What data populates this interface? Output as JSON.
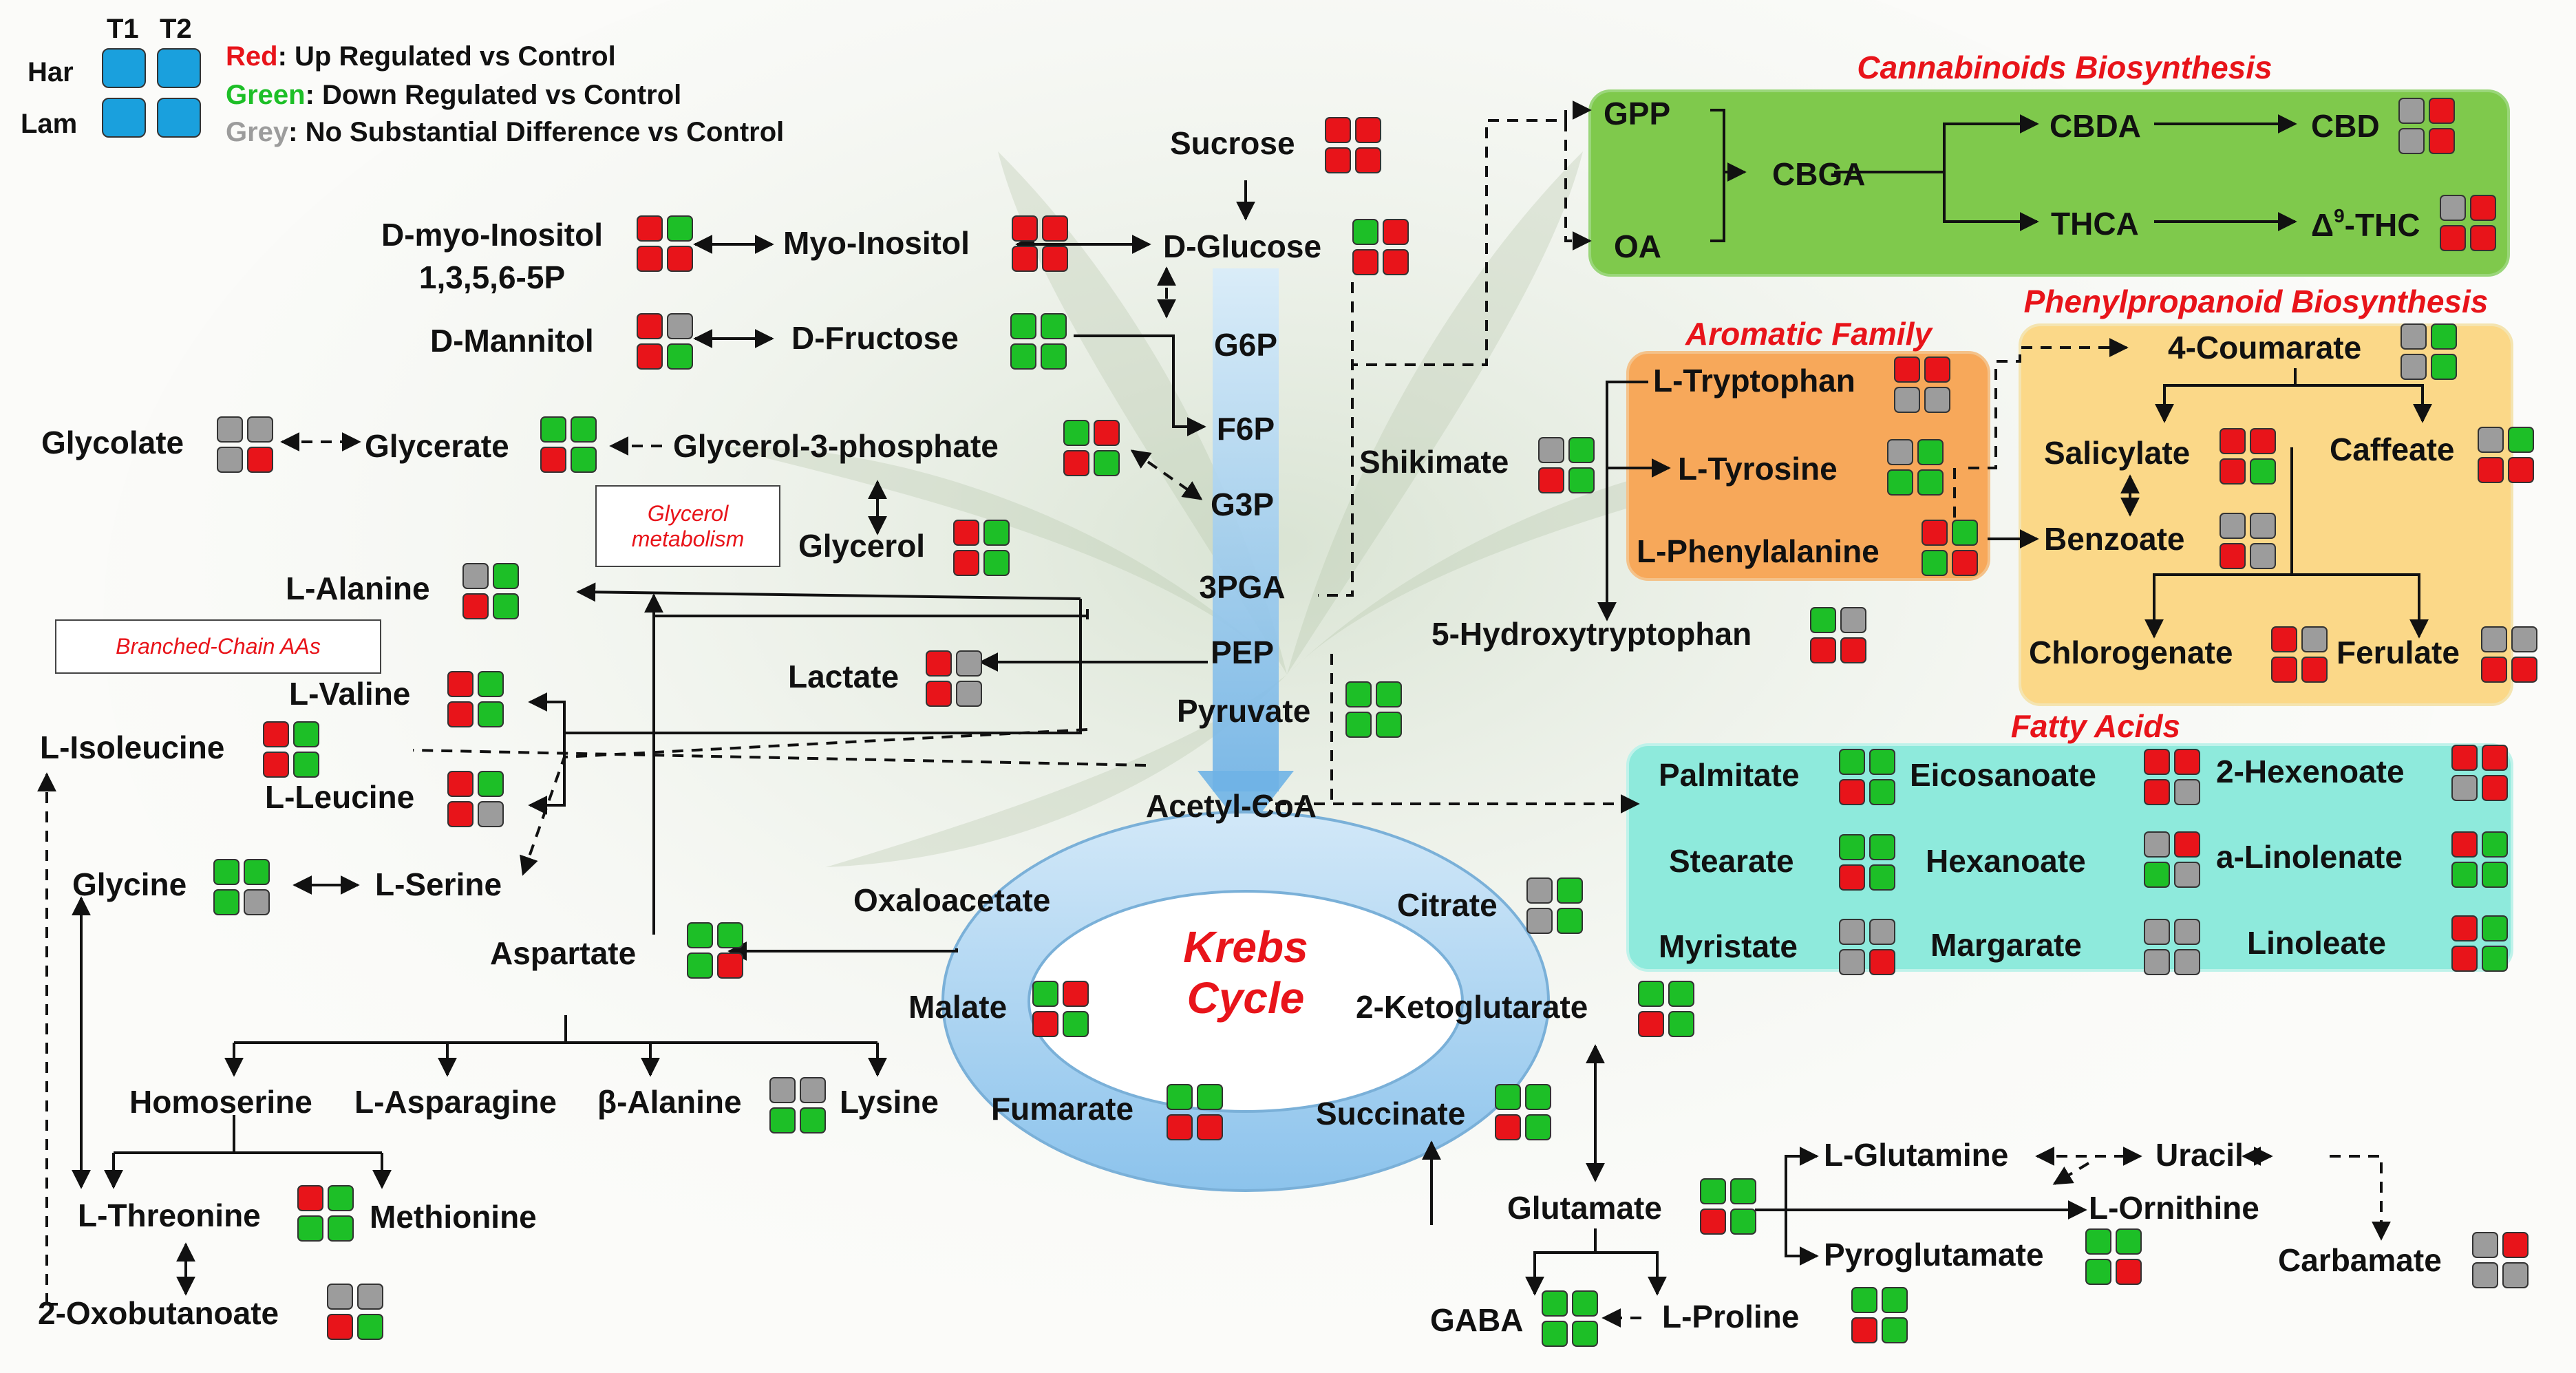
{
  "colors": {
    "up": "#e8141a",
    "down": "#1dbf27",
    "none": "#9c9c9c",
    "legend_blue": "#1aa0dd"
  },
  "legend": {
    "col_t1": "T1",
    "col_t2": "T2",
    "row_har": "Har",
    "row_lam": "Lam",
    "red_word": "Red",
    "red_rest": ": Up Regulated vs Control",
    "green_word": "Green",
    "green_rest": ": Down Regulated vs Control",
    "grey_word": "Grey",
    "grey_rest": ": No Substantial Difference vs Control"
  },
  "panels": {
    "cannabinoids": "Cannabinoids Biosynthesis",
    "aromatic": "Aromatic Family",
    "phenylpropanoid": "Phenylpropanoid Biosynthesis",
    "fatty": "Fatty Acids"
  },
  "notes": {
    "glycerol": "Glycerol metabolism",
    "bcaa": "Branched-Chain AAs"
  },
  "krebs": {
    "line1": "Krebs",
    "line2": "Cycle"
  },
  "thc_prefix": "Δ",
  "thc_sup": "9",
  "thc_suffix": "-THC",
  "metabolites": {
    "sucrose": "Sucrose",
    "dmyo": "D-myo-Inositol",
    "dmyo2": "1,3,5,6-5P",
    "myoinositol": "Myo-Inositol",
    "dglucose": "D-Glucose",
    "dmannitol": "D-Mannitol",
    "dfructose": "D-Fructose",
    "glycolate": "Glycolate",
    "glycerate": "Glycerate",
    "g3p_long": "Glycerol-3-phosphate",
    "glycerol": "Glycerol",
    "g6p": "G6P",
    "f6p": "F6P",
    "g3p": "G3P",
    "pga": "3PGA",
    "pep": "PEP",
    "pyruvate": "Pyruvate",
    "acetylcoa": "Acetyl-CoA",
    "lactate": "Lactate",
    "alanine": "L-Alanine",
    "valine": "L-Valine",
    "isoleucine": "L-Isoleucine",
    "leucine": "L-Leucine",
    "glycine": "Glycine",
    "serine": "L-Serine",
    "oxaloacetate": "Oxaloacetate",
    "aspartate": "Aspartate",
    "homoserine": "Homoserine",
    "asparagine": "L-Asparagine",
    "balanine": "β-Alanine",
    "lysine": "Lysine",
    "threonine": "L-Threonine",
    "methionine": "Methionine",
    "oxobutanoate": "2-Oxobutanoate",
    "citrate": "Citrate",
    "malate": "Malate",
    "ketoglutarate": "2-Ketoglutarate",
    "fumarate": "Fumarate",
    "succinate": "Succinate",
    "glutamate": "Glutamate",
    "gaba": "GABA",
    "proline": "L-Proline",
    "glutamine": "L-Glutamine",
    "uracil": "Uracil",
    "ornithine": "L-Ornithine",
    "pyroglutamate": "Pyroglutamate",
    "carbamate": "Carbamate",
    "shikimate": "Shikimate",
    "tryptophan": "L-Tryptophan",
    "tyrosine": "L-Tyrosine",
    "phenylalanine": "L-Phenylalanine",
    "hydroxytryptophan": "5-Hydroxytryptophan",
    "coumarate": "4-Coumarate",
    "salicylate": "Salicylate",
    "caffeate": "Caffeate",
    "benzoate": "Benzoate",
    "chlorogenate": "Chlorogenate",
    "ferulate": "Ferulate",
    "gpp": "GPP",
    "oa": "OA",
    "cbga": "CBGA",
    "cbda": "CBDA",
    "cbd": "CBD",
    "thca": "THCA",
    "palmitate": "Palmitate",
    "eicosanoate": "Eicosanoate",
    "hexenoate": "2-Hexenoate",
    "stearate": "Stearate",
    "hexanoate": "Hexanoate",
    "linolenate": "a-Linolenate",
    "myristate": "Myristate",
    "margarate": "Margarate",
    "linoleate": "Linoleate"
  },
  "status": {
    "sucrose": [
      "R",
      "R",
      "R",
      "R"
    ],
    "dmyo": [
      "R",
      "G",
      "R",
      "R"
    ],
    "myoinositol": [
      "R",
      "R",
      "R",
      "R"
    ],
    "dglucose": [
      "G",
      "R",
      "R",
      "R"
    ],
    "dmannitol": [
      "R",
      "N",
      "R",
      "G"
    ],
    "dfructose": [
      "G",
      "G",
      "G",
      "G"
    ],
    "glycolate": [
      "N",
      "N",
      "N",
      "R"
    ],
    "glycerate": [
      "G",
      "G",
      "R",
      "G"
    ],
    "g3p_long": [
      "G",
      "R",
      "R",
      "G"
    ],
    "glycerol": [
      "R",
      "G",
      "R",
      "G"
    ],
    "alanine": [
      "N",
      "G",
      "R",
      "G"
    ],
    "valine": [
      "R",
      "G",
      "R",
      "G"
    ],
    "isoleucine": [
      "R",
      "G",
      "R",
      "G"
    ],
    "leucine": [
      "R",
      "G",
      "R",
      "N"
    ],
    "glycine": [
      "G",
      "G",
      "G",
      "N"
    ],
    "lactate": [
      "R",
      "N",
      "R",
      "N"
    ],
    "pyruvate": [
      "G",
      "G",
      "G",
      "G"
    ],
    "aspartate": [
      "G",
      "G",
      "G",
      "R"
    ],
    "balanine": [
      "N",
      "N",
      "G",
      "G"
    ],
    "threonine": [
      "R",
      "G",
      "G",
      "G"
    ],
    "oxobutanoate": [
      "N",
      "N",
      "R",
      "G"
    ],
    "citrate": [
      "N",
      "G",
      "N",
      "G"
    ],
    "malate": [
      "G",
      "R",
      "R",
      "G"
    ],
    "ketoglutarate": [
      "G",
      "G",
      "R",
      "G"
    ],
    "fumarate": [
      "G",
      "G",
      "R",
      "R"
    ],
    "succinate": [
      "G",
      "G",
      "R",
      "G"
    ],
    "glutamate": [
      "G",
      "G",
      "R",
      "G"
    ],
    "gaba": [
      "G",
      "G",
      "G",
      "G"
    ],
    "proline": [
      "G",
      "G",
      "R",
      "G"
    ],
    "pyroglutamate": [
      "G",
      "G",
      "G",
      "R"
    ],
    "carbamate": [
      "N",
      "R",
      "N",
      "N"
    ],
    "shikimate": [
      "N",
      "G",
      "R",
      "G"
    ],
    "tryptophan": [
      "R",
      "R",
      "N",
      "N"
    ],
    "tyrosine": [
      "N",
      "G",
      "G",
      "G"
    ],
    "phenylalanine": [
      "R",
      "G",
      "G",
      "R"
    ],
    "hydroxytryptophan": [
      "G",
      "N",
      "R",
      "R"
    ],
    "coumarate": [
      "N",
      "G",
      "N",
      "G"
    ],
    "salicylate": [
      "R",
      "R",
      "R",
      "G"
    ],
    "caffeate": [
      "N",
      "G",
      "R",
      "R"
    ],
    "benzoate": [
      "N",
      "N",
      "R",
      "N"
    ],
    "chlorogenate": [
      "R",
      "N",
      "R",
      "R"
    ],
    "ferulate": [
      "N",
      "N",
      "R",
      "R"
    ],
    "cbd": [
      "N",
      "R",
      "N",
      "R"
    ],
    "thc": [
      "N",
      "R",
      "R",
      "R"
    ],
    "palmitate": [
      "G",
      "G",
      "R",
      "G"
    ],
    "eicosanoate": [
      "R",
      "R",
      "R",
      "N"
    ],
    "hexenoate": [
      "R",
      "R",
      "N",
      "R"
    ],
    "stearate": [
      "G",
      "G",
      "R",
      "G"
    ],
    "hexanoate": [
      "N",
      "R",
      "G",
      "N"
    ],
    "linolenate": [
      "R",
      "G",
      "G",
      "G"
    ],
    "myristate": [
      "N",
      "N",
      "N",
      "R"
    ],
    "margarate": [
      "N",
      "N",
      "N",
      "N"
    ],
    "linoleate": [
      "R",
      "G",
      "R",
      "G"
    ]
  }
}
